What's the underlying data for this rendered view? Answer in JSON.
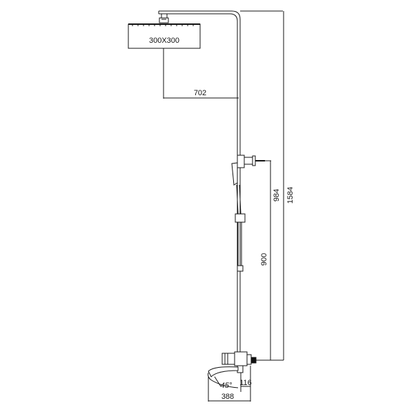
{
  "drawing": {
    "subject": "Shower column technical drawing",
    "stroke_color": "#111111",
    "background": "#ffffff"
  },
  "labels": {
    "head_size": "300X300",
    "arm_reach": "702",
    "total_height": "1584",
    "holder_height": "984",
    "slide_height": "900",
    "spout_offset": "116",
    "base_width": "388",
    "spout_angle": "45°"
  }
}
